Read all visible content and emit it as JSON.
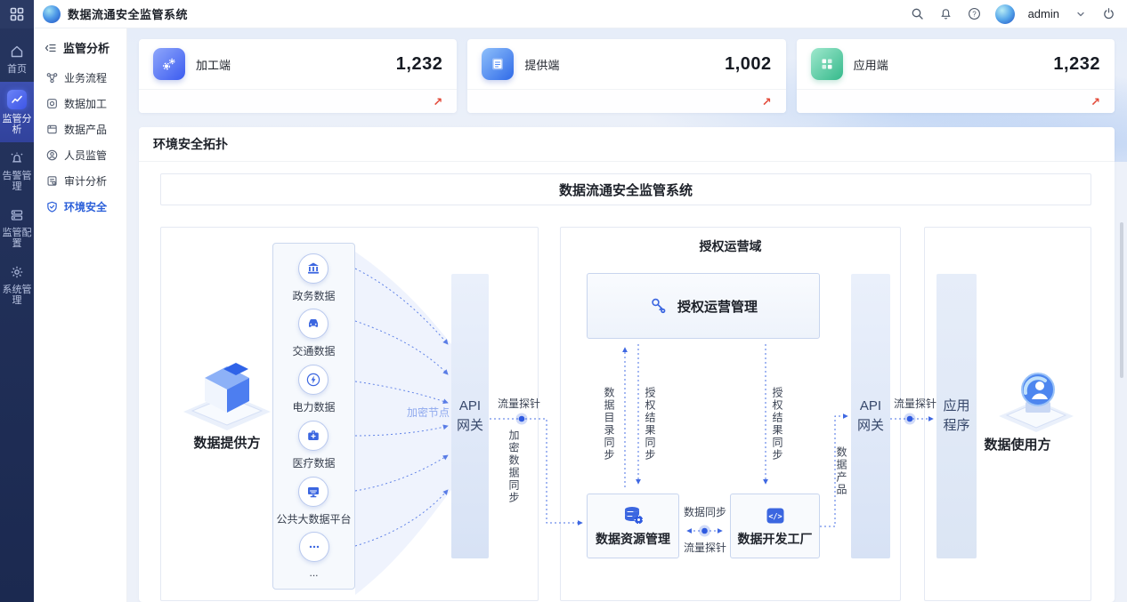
{
  "app": {
    "title": "数据流通安全监管系统"
  },
  "topbar": {
    "user": "admin"
  },
  "rail": {
    "items": [
      {
        "label": "首页",
        "active": false
      },
      {
        "label": "监管分析",
        "active": true
      },
      {
        "label": "告警管理",
        "active": false
      },
      {
        "label": "监管配置",
        "active": false
      },
      {
        "label": "系统管理",
        "active": false
      }
    ]
  },
  "submenu": {
    "header": "监管分析",
    "items": [
      {
        "label": "业务流程",
        "active": false
      },
      {
        "label": "数据加工",
        "active": false
      },
      {
        "label": "数据产品",
        "active": false
      },
      {
        "label": "人员监管",
        "active": false
      },
      {
        "label": "审计分析",
        "active": false
      },
      {
        "label": "环境安全",
        "active": true
      }
    ]
  },
  "cards": [
    {
      "label": "加工端",
      "value": "1,232",
      "trend_icon": "up-right-arrow",
      "icon": "gears-processing-icon"
    },
    {
      "label": "提供端",
      "value": "1,002",
      "trend_icon": "up-right-arrow",
      "icon": "document-provider-icon"
    },
    {
      "label": "应用端",
      "value": "1,232",
      "trend_icon": "up-right-arrow",
      "icon": "grid-application-icon"
    }
  ],
  "panel": {
    "title": "环境安全拓扑",
    "banner": "数据流通安全监管系统"
  },
  "topology": {
    "provider": {
      "label": "数据提供方",
      "sources": [
        {
          "label": "政务数据",
          "icon": "government-building-icon"
        },
        {
          "label": "交通数据",
          "icon": "car-icon"
        },
        {
          "label": "电力数据",
          "icon": "lightning-icon"
        },
        {
          "label": "医疗数据",
          "icon": "medical-kit-icon"
        },
        {
          "label": "公共大数据平台",
          "icon": "monitor-icon"
        },
        {
          "label": "...",
          "icon": "ellipsis-icon"
        }
      ]
    },
    "gateway1": {
      "line1": "API",
      "line2": "网关"
    },
    "encrypt_node": "加密节点",
    "probe1": "流量探针",
    "encrypt_sync": "加密数据同步",
    "domain": {
      "title": "授权运营域",
      "auth": "授权运营管理",
      "catalog_sync": "数据目录同步",
      "result_sync_left": "授权结果同步",
      "result_sync_right": "授权结果同步",
      "resource": "数据资源管理",
      "factory": "数据开发工厂",
      "data_sync": "数据同步",
      "probe_mid": "流量探针",
      "data_product": "数据产品"
    },
    "gateway2": {
      "line1": "API",
      "line2": "网关"
    },
    "probe2": "流量探针",
    "app_pill": {
      "line1": "应用",
      "line2": "程序"
    },
    "consumer": {
      "label": "数据使用方"
    }
  },
  "colors": {
    "accent": "#2b5fd9",
    "wire": "#4a71e4",
    "trend_red": "#e34a3a",
    "green": "#35b98b",
    "rail_bg": "#1f2e56"
  }
}
